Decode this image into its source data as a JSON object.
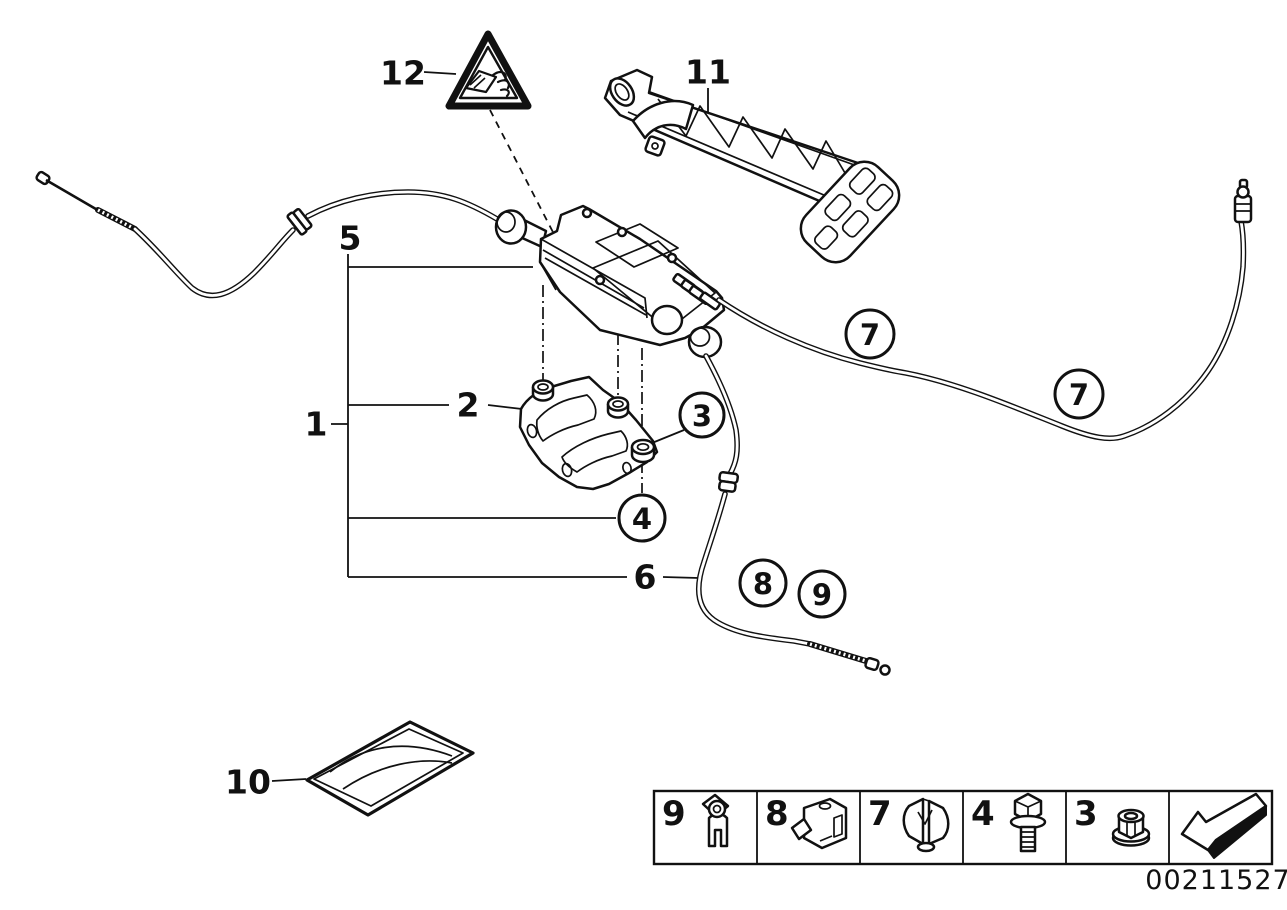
{
  "colors": {
    "line": "#111111",
    "background": "#ffffff"
  },
  "callouts": {
    "plain": {
      "n1": "1",
      "n2": "2",
      "n5": "5",
      "n6": "6",
      "n10": "10",
      "n11": "11",
      "n12": "12"
    },
    "circled": {
      "c3": "3",
      "c4": "4",
      "c7a": "7",
      "c7b": "7",
      "c8": "8",
      "c9": "9"
    }
  },
  "legend": {
    "items": [
      {
        "num": "9",
        "icon": "cable-end-holder-icon"
      },
      {
        "num": "8",
        "icon": "cable-clamp-icon"
      },
      {
        "num": "7",
        "icon": "cable-clip-icon"
      },
      {
        "num": "4",
        "icon": "hex-flange-bolt-icon"
      },
      {
        "num": "3",
        "icon": "hex-flange-nut-icon"
      }
    ],
    "direction_icon": "direction-arrow-icon"
  },
  "footer": {
    "part_number": "00211527"
  }
}
